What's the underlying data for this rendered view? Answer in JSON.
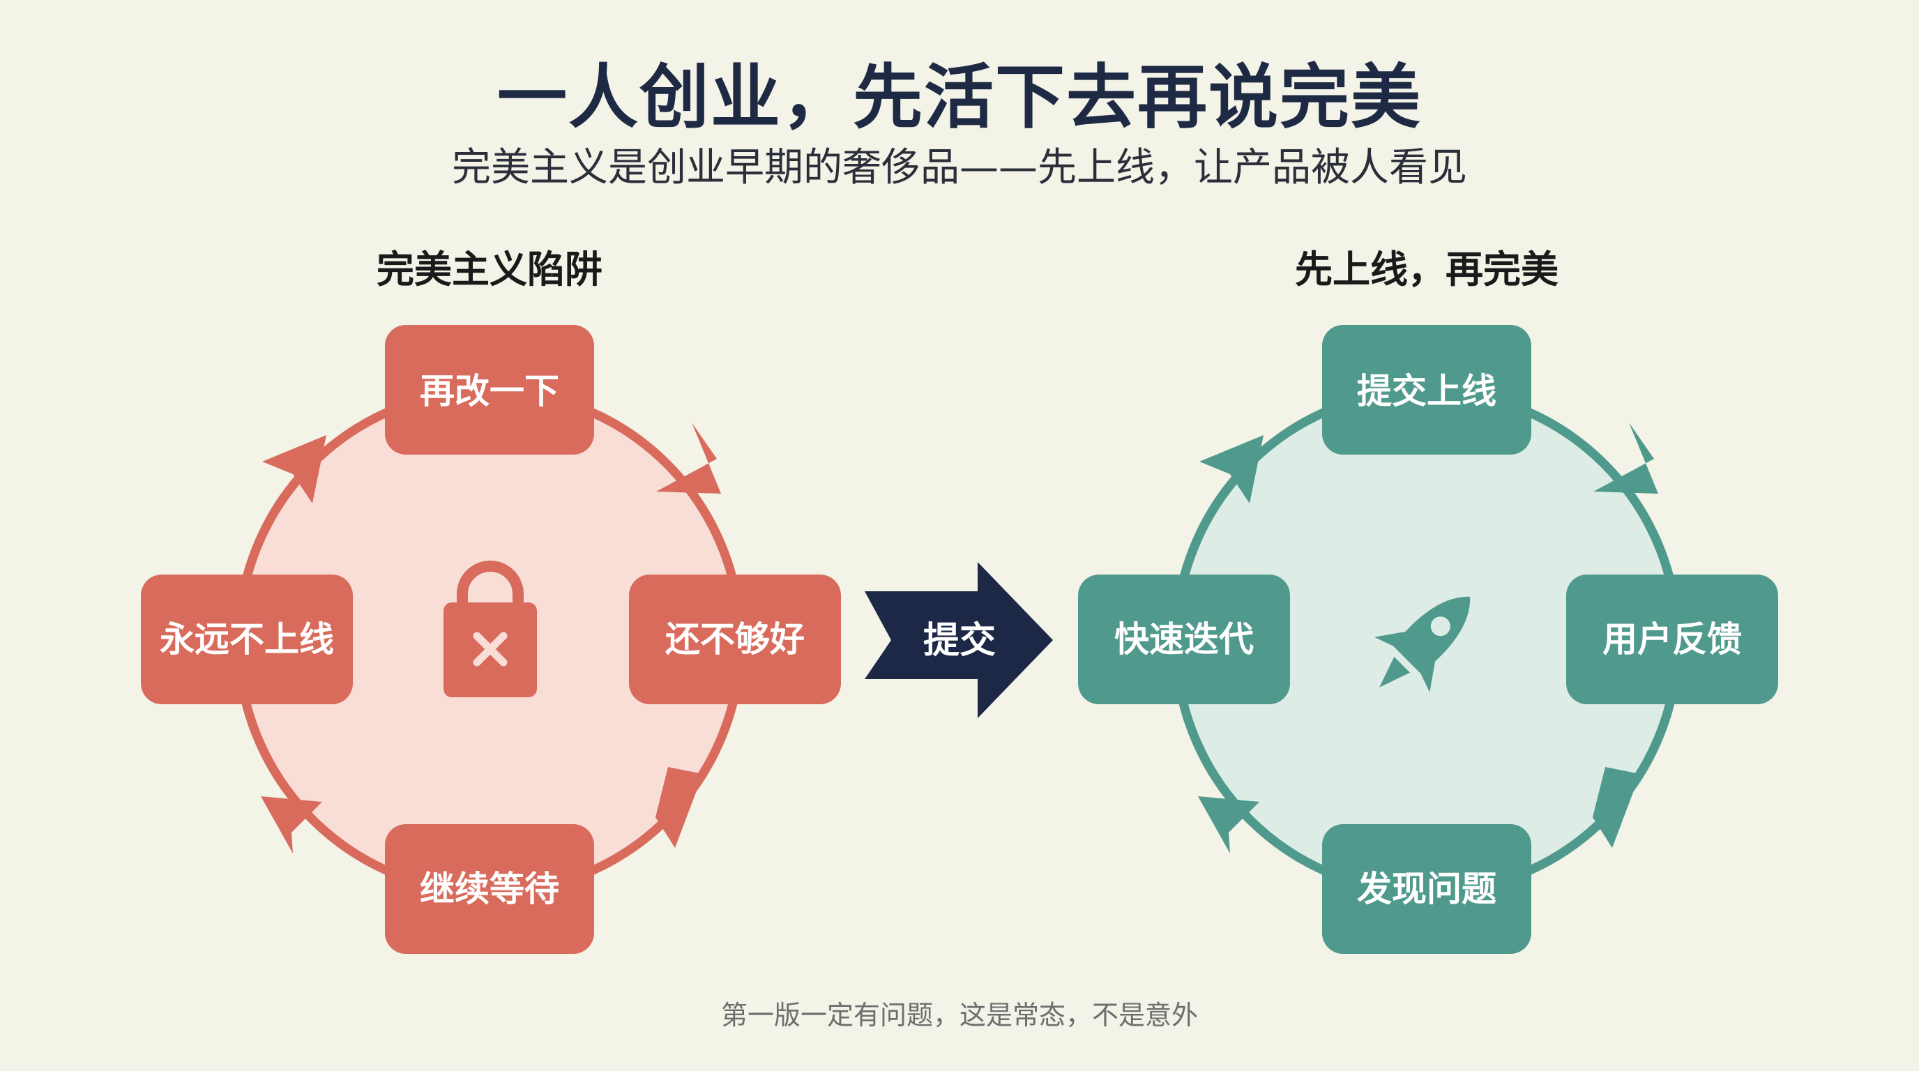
{
  "header": {
    "title": "一人创业，先活下去再说完美",
    "subtitle": "完美主义是创业早期的奢侈品——先上线，让产品被人看见"
  },
  "colors": {
    "background": "#f4f3e8",
    "trap_accent": "#d86b5c",
    "trap_fill": "#f8ded6",
    "launch_accent": "#4f9a8c",
    "launch_fill": "#ddede6",
    "arrow": "#1c2846"
  },
  "left_cycle": {
    "heading": "完美主义陷阱",
    "center_icon": "lock-x-icon",
    "nodes": {
      "top": "再改一下",
      "right": "还不够好",
      "bottom": "继续等待",
      "left": "永远不上线"
    }
  },
  "center_arrow": {
    "label": "提交"
  },
  "right_cycle": {
    "heading": "先上线，再完美",
    "center_icon": "rocket-icon",
    "nodes": {
      "top": "提交上线",
      "right": "用户反馈",
      "bottom": "发现问题",
      "left": "快速迭代"
    }
  },
  "footer": {
    "note": "第一版一定有问题，这是常态，不是意外"
  }
}
